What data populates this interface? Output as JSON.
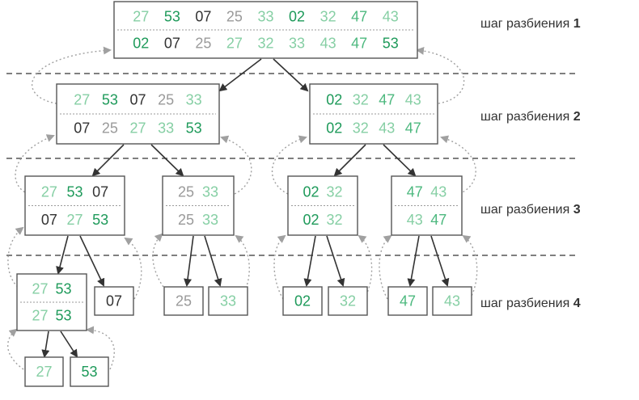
{
  "colors": {
    "strong": "#1e9a5a",
    "medium": "#4cb87e",
    "light": "#86cfa4",
    "gray": "#9a9a9a",
    "dark": "#333333"
  },
  "step_label_text": "шаг разбиения",
  "steps": [
    "1",
    "2",
    "3",
    "4"
  ],
  "nodes": {
    "root": {
      "top": [
        [
          "27",
          "light"
        ],
        [
          "53",
          "strong"
        ],
        [
          "07",
          "dark"
        ],
        [
          "25",
          "gray"
        ],
        [
          "33",
          "light"
        ],
        [
          "02",
          "strong"
        ],
        [
          "32",
          "light"
        ],
        [
          "47",
          "medium"
        ],
        [
          "43",
          "light"
        ]
      ],
      "bottom": [
        [
          "02",
          "strong"
        ],
        [
          "07",
          "dark"
        ],
        [
          "25",
          "gray"
        ],
        [
          "27",
          "light"
        ],
        [
          "32",
          "light"
        ],
        [
          "33",
          "light"
        ],
        [
          "43",
          "light"
        ],
        [
          "47",
          "medium"
        ],
        [
          "53",
          "strong"
        ]
      ]
    },
    "l2a": {
      "top": [
        [
          "27",
          "light"
        ],
        [
          "53",
          "strong"
        ],
        [
          "07",
          "dark"
        ],
        [
          "25",
          "gray"
        ],
        [
          "33",
          "light"
        ]
      ],
      "bottom": [
        [
          "07",
          "dark"
        ],
        [
          "25",
          "gray"
        ],
        [
          "27",
          "light"
        ],
        [
          "33",
          "light"
        ],
        [
          "53",
          "strong"
        ]
      ]
    },
    "l2b": {
      "top": [
        [
          "02",
          "strong"
        ],
        [
          "32",
          "light"
        ],
        [
          "47",
          "medium"
        ],
        [
          "43",
          "light"
        ]
      ],
      "bottom": [
        [
          "02",
          "strong"
        ],
        [
          "32",
          "light"
        ],
        [
          "43",
          "light"
        ],
        [
          "47",
          "medium"
        ]
      ]
    },
    "l3a": {
      "top": [
        [
          "27",
          "light"
        ],
        [
          "53",
          "strong"
        ],
        [
          "07",
          "dark"
        ]
      ],
      "bottom": [
        [
          "07",
          "dark"
        ],
        [
          "27",
          "light"
        ],
        [
          "53",
          "strong"
        ]
      ]
    },
    "l3b": {
      "top": [
        [
          "25",
          "gray"
        ],
        [
          "33",
          "light"
        ]
      ],
      "bottom": [
        [
          "25",
          "gray"
        ],
        [
          "33",
          "light"
        ]
      ]
    },
    "l3c": {
      "top": [
        [
          "02",
          "strong"
        ],
        [
          "32",
          "light"
        ]
      ],
      "bottom": [
        [
          "02",
          "strong"
        ],
        [
          "32",
          "light"
        ]
      ]
    },
    "l3d": {
      "top": [
        [
          "47",
          "medium"
        ],
        [
          "43",
          "light"
        ]
      ],
      "bottom": [
        [
          "43",
          "light"
        ],
        [
          "47",
          "medium"
        ]
      ]
    },
    "l4a": {
      "top": [
        [
          "27",
          "light"
        ],
        [
          "53",
          "strong"
        ]
      ],
      "bottom": [
        [
          "27",
          "light"
        ],
        [
          "53",
          "strong"
        ]
      ]
    },
    "l4b": {
      "value": [
        "07",
        "dark"
      ]
    },
    "l4c": {
      "value": [
        "25",
        "gray"
      ]
    },
    "l4d": {
      "value": [
        "33",
        "light"
      ]
    },
    "l4e": {
      "value": [
        "02",
        "strong"
      ]
    },
    "l4f": {
      "value": [
        "32",
        "light"
      ]
    },
    "l4g": {
      "value": [
        "47",
        "medium"
      ]
    },
    "l4h": {
      "value": [
        "43",
        "light"
      ]
    },
    "l5a": {
      "value": [
        "27",
        "light"
      ]
    },
    "l5b": {
      "value": [
        "53",
        "strong"
      ]
    }
  }
}
